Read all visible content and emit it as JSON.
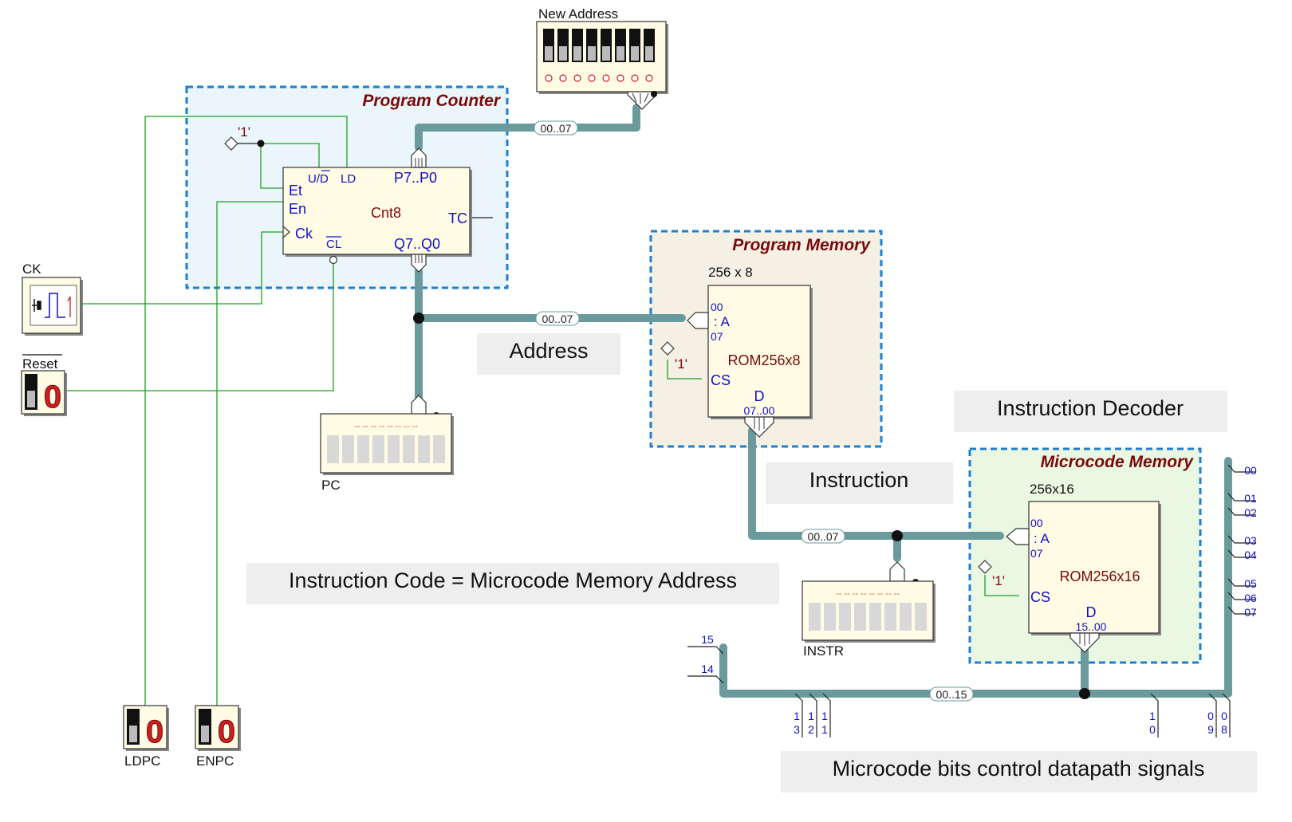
{
  "blocks": {
    "program_counter": "Program Counter",
    "program_memory": "Program Memory",
    "microcode_memory": "Microcode Memory"
  },
  "captions": {
    "address": "Address",
    "instruction": "Instruction",
    "instruction_decoder": "Instruction Decoder",
    "instruction_code": "Instruction Code = Microcode Memory Address",
    "microcode_bits": "Microcode bits control datapath signals"
  },
  "components": {
    "new_address": "New Address",
    "ck": "CK",
    "reset": "Reset",
    "pc": "PC",
    "instr": "INSTR",
    "ldpc": "LDPC",
    "enpc": "ENPC",
    "switch_value": "0",
    "display_dashes": "-- -- -- -- -- -- -- --"
  },
  "counter": {
    "name": "Cnt8",
    "const_one": "'1'",
    "et": "Et",
    "en": "En",
    "ck": "Ck",
    "ud": "U/D",
    "ld": "LD",
    "tc": "TC",
    "cl": "CL",
    "p_bus": "P7..P0",
    "q_bus": "Q7..Q0"
  },
  "rom1": {
    "size": "256 x 8",
    "name": "ROM256x8",
    "const_one": "'1'",
    "a_top": "00",
    "a_mid": ": A",
    "a_bot": "07",
    "cs": "CS",
    "d": "D",
    "d_range": "07..00"
  },
  "rom2": {
    "size": "256x16",
    "name": "ROM256x16",
    "const_one": "'1'",
    "a_top": "00",
    "a_mid": ": A",
    "a_bot": "07",
    "cs": "CS",
    "d": "D",
    "d_range": "15..00"
  },
  "buses": {
    "new_addr": "00..07",
    "address": "00..07",
    "instruction": "00..07",
    "microcode": "00..15"
  },
  "right_taps": [
    "00",
    "01",
    "02",
    "03",
    "04",
    "05",
    "06",
    "07"
  ],
  "left_taps": [
    "15",
    "14"
  ],
  "bottom_taps": [
    {
      "top": "1",
      "bottom": "3"
    },
    {
      "top": "1",
      "bottom": "2"
    },
    {
      "top": "1",
      "bottom": "1"
    },
    {
      "top": "1",
      "bottom": "0"
    },
    {
      "top": "0",
      "bottom": "9"
    },
    {
      "top": "0",
      "bottom": "8"
    }
  ],
  "colors": {
    "bus": "#6a9a9c",
    "wire": "#1ea01e",
    "block_border": "#1e7fd0",
    "title": "#7a0a0a",
    "pin": "#1010c8"
  }
}
